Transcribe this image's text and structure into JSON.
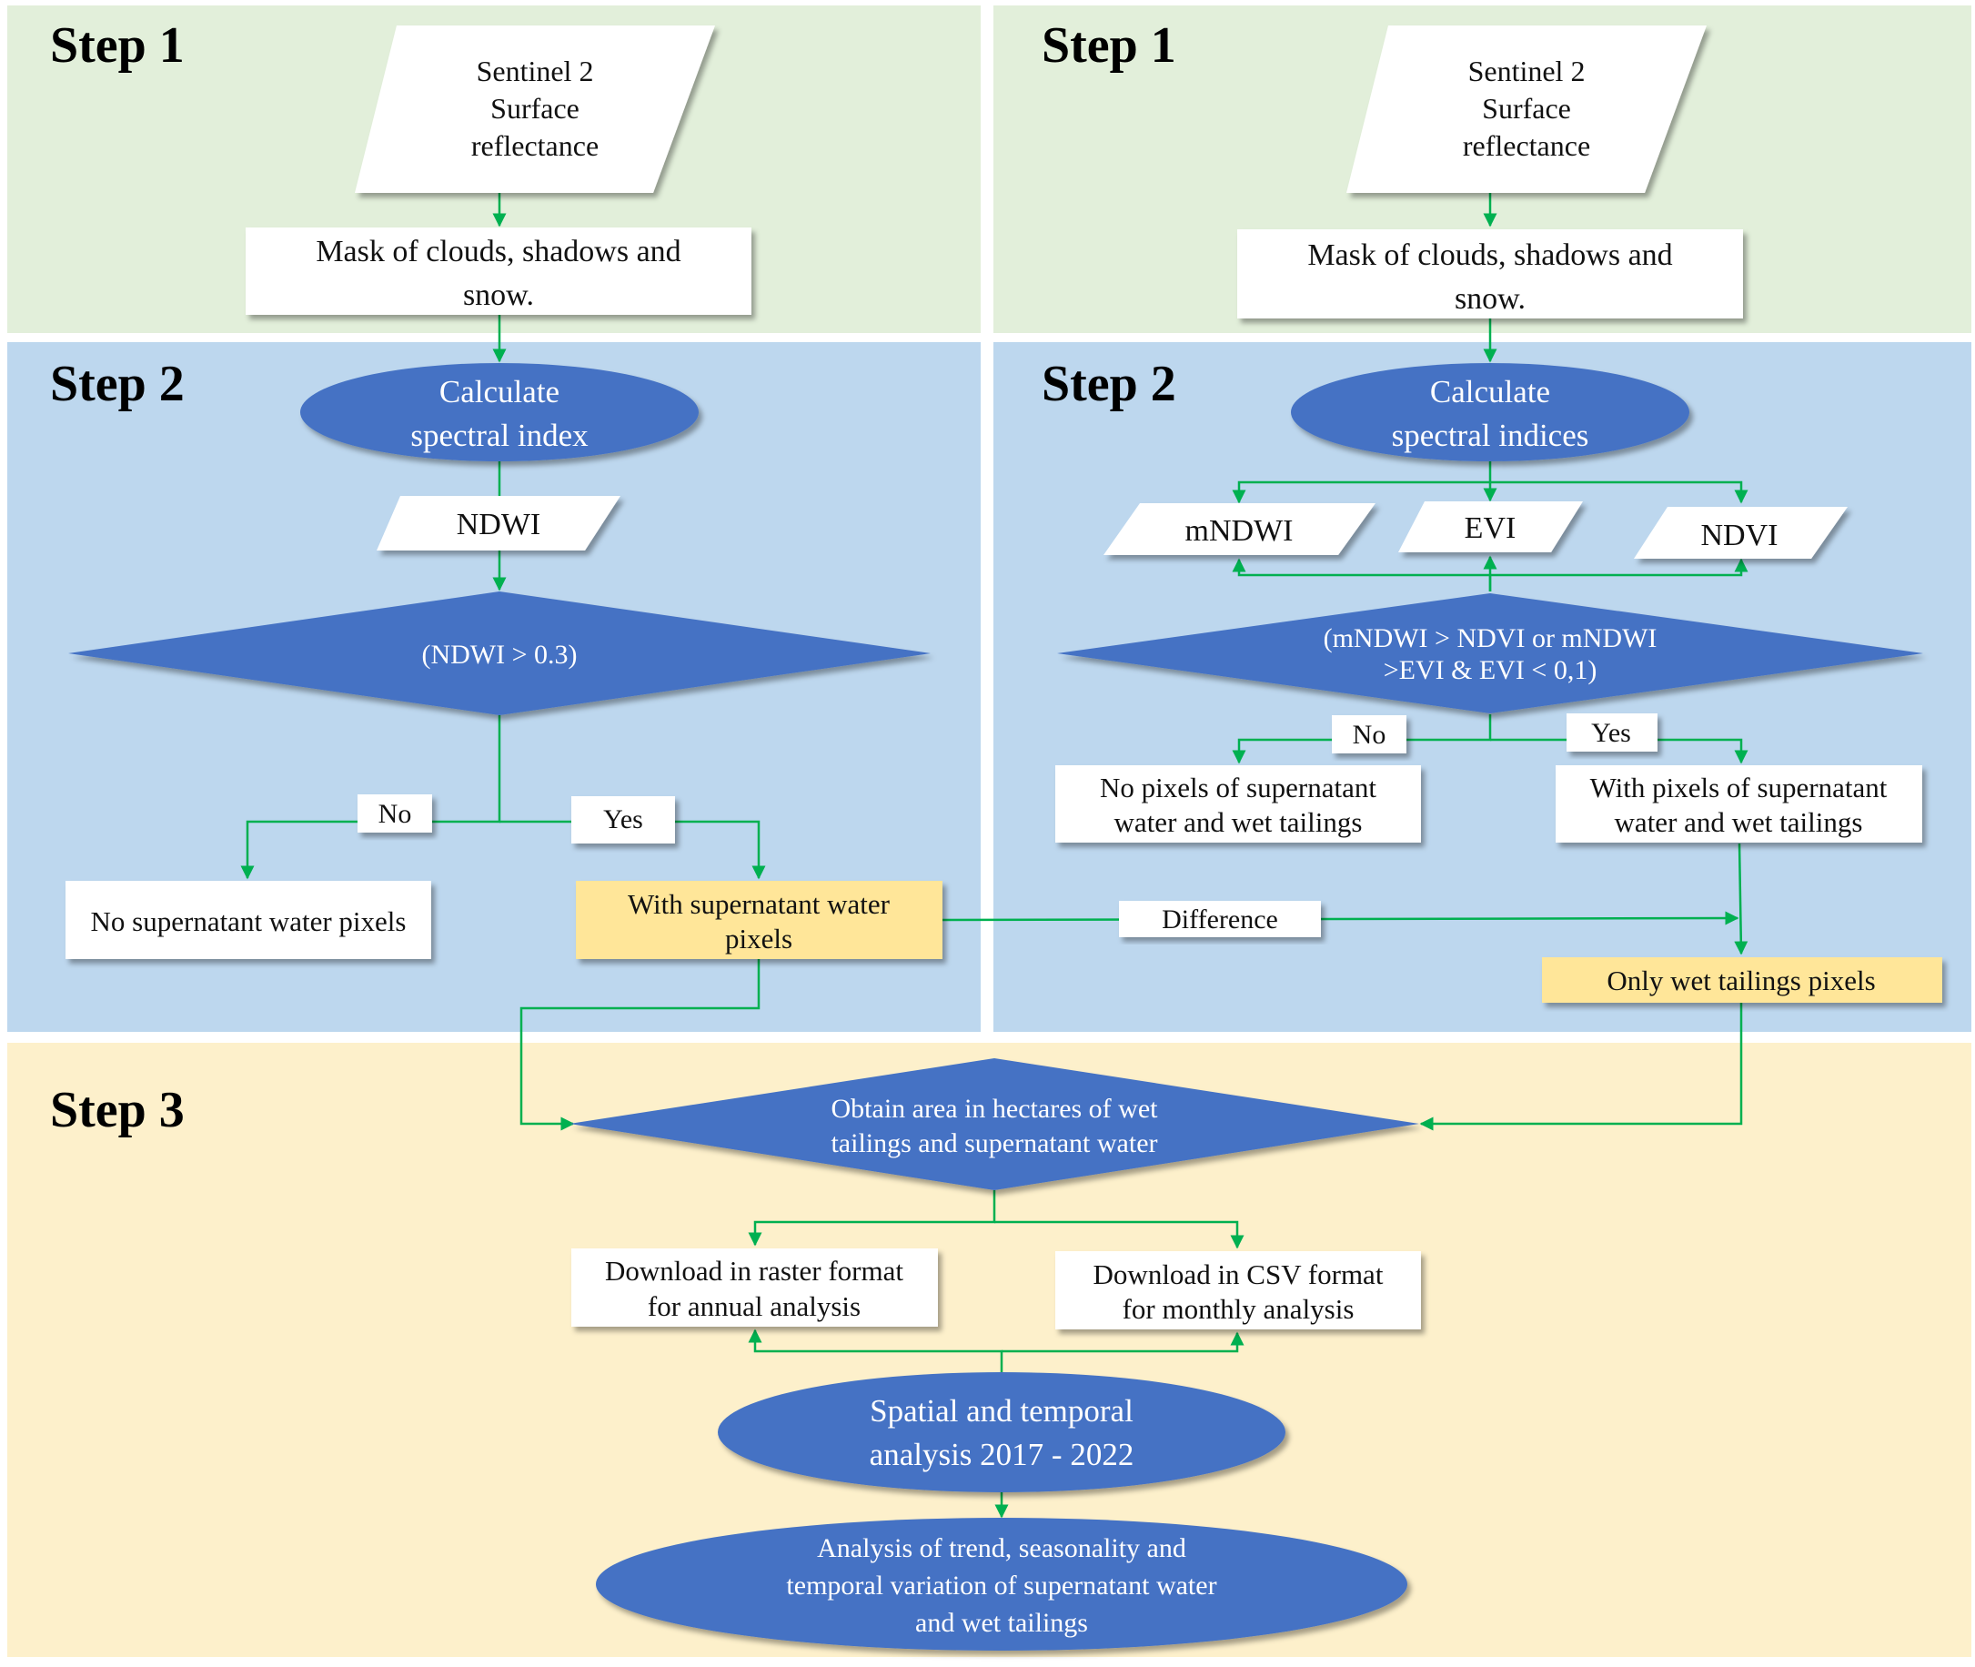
{
  "colors": {
    "step1_bg": "#e2efda",
    "step2_bg": "#bdd7ee",
    "step3_bg": "#fdf0cb",
    "shape_blue": "#4472c4",
    "highlight_box": "#ffe699",
    "arrow": "#00b050"
  },
  "left": {
    "step1": "Step 1",
    "step2": "Step 2",
    "source": [
      "Sentinel 2",
      "Surface",
      "reflectance"
    ],
    "mask": [
      "Mask of clouds, shadows and",
      "snow."
    ],
    "calc": [
      "Calculate",
      "spectral index"
    ],
    "index": "NDWI",
    "condition": "(NDWI > 0.3)",
    "no_label": "No",
    "yes_label": "Yes",
    "no_result": "No supernatant water pixels",
    "yes_result": [
      "With supernatant water",
      "pixels"
    ]
  },
  "right": {
    "step1": "Step 1",
    "step2": "Step 2",
    "source": [
      "Sentinel 2",
      "Surface",
      "reflectance"
    ],
    "mask": [
      "Mask of clouds, shadows and",
      "snow."
    ],
    "calc": [
      "Calculate",
      "spectral indices"
    ],
    "index_a": "mNDWI",
    "index_b": "EVI",
    "index_c": "NDVI",
    "condition": [
      "(mNDWI > NDVI or mNDWI",
      ">EVI & EVI < 0,1)"
    ],
    "no_label": "No",
    "yes_label": "Yes",
    "no_result": [
      "No pixels of supernatant",
      "water and wet tailings"
    ],
    "yes_result": [
      "With pixels of supernatant",
      "water and wet tailings"
    ],
    "difference": "Difference",
    "only_wet": "Only wet tailings pixels"
  },
  "step3": {
    "label": "Step 3",
    "area": [
      "Obtain area in hectares of wet",
      "tailings and supernatant water"
    ],
    "raster": [
      "Download in raster format",
      "for annual analysis"
    ],
    "csv": [
      "Download in CSV format",
      "for monthly analysis"
    ],
    "spatial": [
      "Spatial and temporal",
      "analysis 2017 - 2022"
    ],
    "trend": [
      "Analysis of trend, seasonality and",
      "temporal variation of supernatant water",
      "and wet tailings"
    ]
  }
}
